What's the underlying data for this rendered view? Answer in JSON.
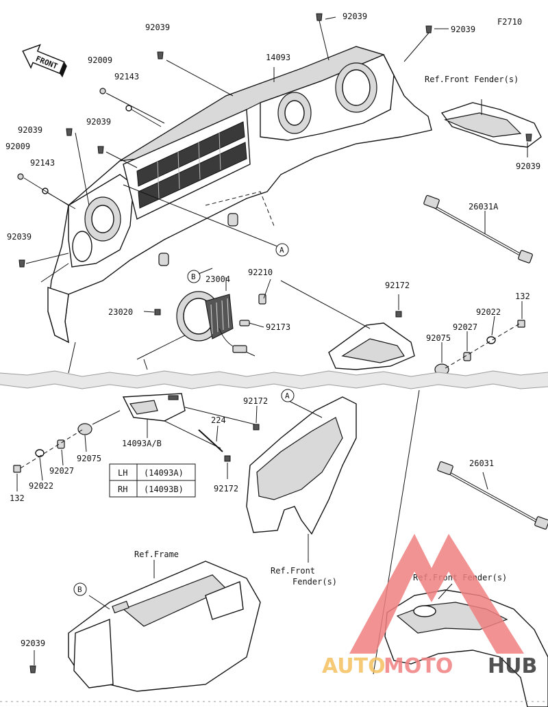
{
  "figure_code": "F2710",
  "front_arrow": "FRONT",
  "parts": {
    "p92039_a": "92039",
    "p92039_b": "92039",
    "p92039_c": "92039",
    "p92039_d": "92039",
    "p92039_e": "92039",
    "p92039_f": "92039",
    "p92039_g": "92039",
    "p92039_h": "92039",
    "p92009_a": "92009",
    "p92009_b": "92009",
    "p92143_a": "92143",
    "p92143_b": "92143",
    "p14093": "14093",
    "p14093ab": "14093A/B",
    "p26031a": "26031A",
    "p26031": "26031",
    "p23004": "23004",
    "p23020": "23020",
    "p92210": "92210",
    "p92173": "92173",
    "p92172_a": "92172",
    "p92172_b": "92172",
    "p92172_c": "92172",
    "p132_a": "132",
    "p132_b": "132",
    "p92022_a": "92022",
    "p92022_b": "92022",
    "p92027_a": "92027",
    "p92027_b": "92027",
    "p92075_a": "92075",
    "p92075_b": "92075",
    "p224": "224"
  },
  "refs": {
    "front_fender_1": "Ref.Front Fender(s)",
    "front_fender_2_line1": "Ref.Front",
    "front_fender_2_line2": "Fender(s)",
    "front_fender_3": "Ref.Front Fender(s)",
    "frame": "Ref.Frame"
  },
  "callouts": {
    "a1": "A",
    "a2": "A",
    "b1": "B",
    "b2": "B"
  },
  "side_table": {
    "rows": [
      {
        "side": "LH",
        "part": "(14093A)"
      },
      {
        "side": "RH",
        "part": "(14093B)"
      }
    ]
  },
  "watermark": {
    "text_auto": "AUTO",
    "text_moto": "MOTO",
    "text_hub": "HUB",
    "color_primary": "#f08080",
    "color_accent": "#f5c060",
    "color_dark": "#333333"
  }
}
